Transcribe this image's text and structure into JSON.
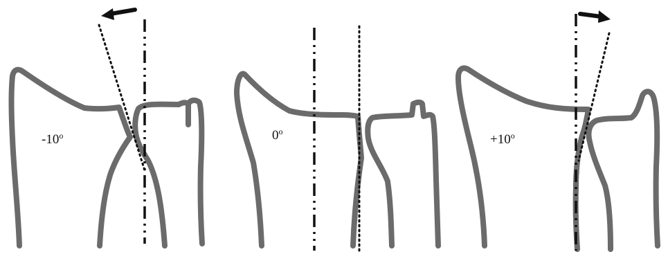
{
  "colors": {
    "outline": "#6b6b6b",
    "axis": "#111111",
    "dotted": "#111111",
    "arrow": "#111111",
    "text": "#111111"
  },
  "panels": [
    {
      "label": "-10",
      "degree_mark": "o",
      "tilt_deg": -10,
      "arrow_direction": "left"
    },
    {
      "label": "0",
      "degree_mark": "o",
      "tilt_deg": 0,
      "arrow_direction": "none"
    },
    {
      "label": "+10",
      "degree_mark": "o",
      "tilt_deg": 10,
      "arrow_direction": "right"
    }
  ]
}
